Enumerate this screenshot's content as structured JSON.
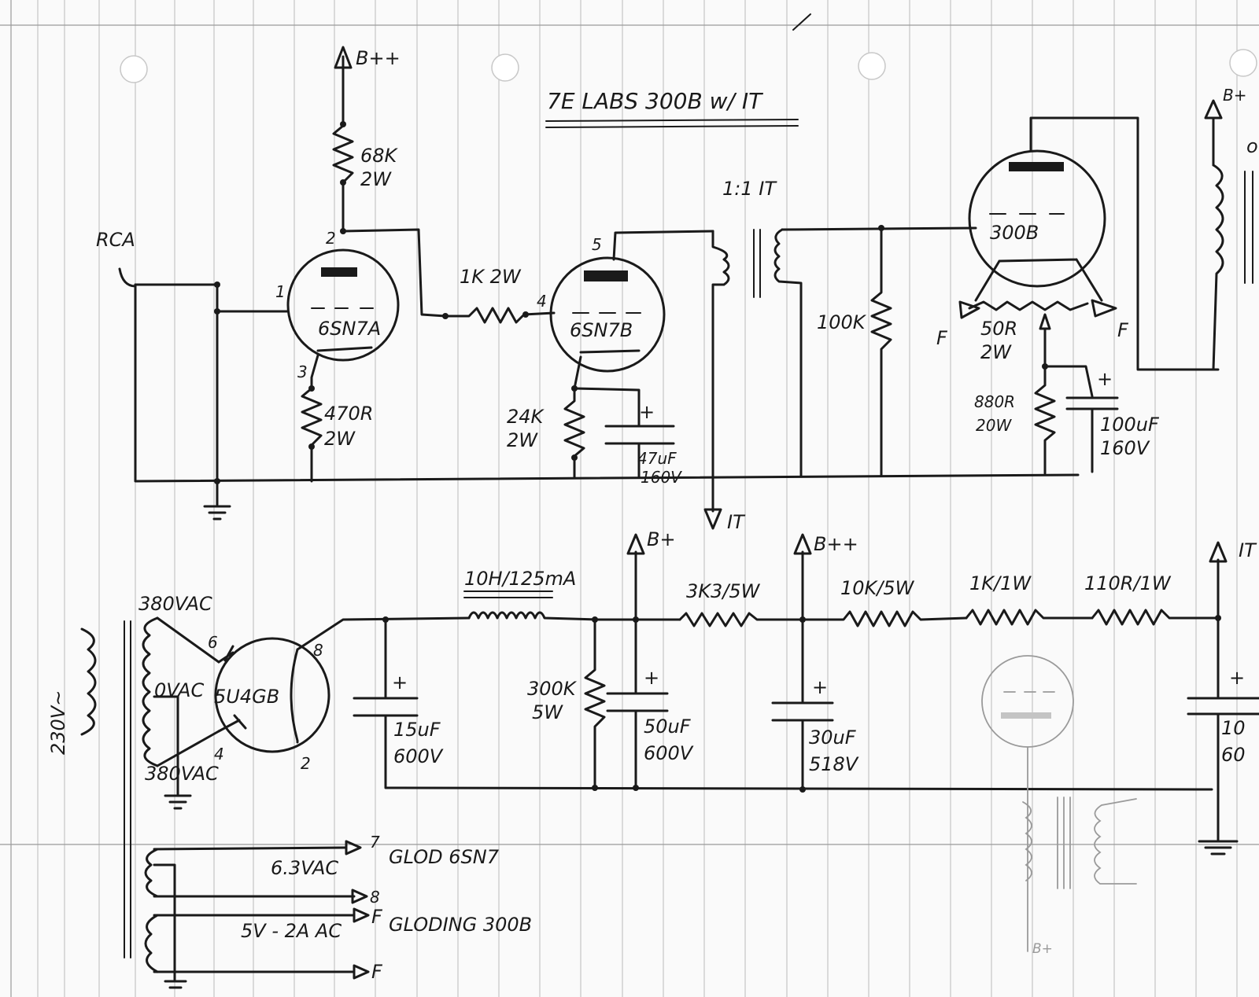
{
  "title": "7E LABS 300B w/ IT",
  "amp": {
    "bpp_top": "B++",
    "r_68k": "68K",
    "r_68k_w": "2W",
    "rca": "RCA",
    "pin1": "1",
    "pin2": "2",
    "pin3": "3",
    "pin4": "4",
    "pin5": "5",
    "tube_6sn7a": "6SN7A",
    "tube_6sn7b": "6SN7B",
    "r_470r": "470R",
    "r_470r_w": "2W",
    "r_1k": "1K 2W",
    "r_24k": "24K",
    "r_24k_w": "2W",
    "c_47uf": "47uF",
    "c_47uf_v": "160V",
    "c_47uf_plus": "+",
    "it_label": "1:1 IT",
    "it_arrow": "IT",
    "r_100k": "100K",
    "tube_300b": "300B",
    "f_left": "F",
    "f_right": "F",
    "r_50r": "50R",
    "r_50r_w": "2W",
    "r_880r": "880R",
    "r_880r_w": "20W",
    "c_100uf": "100uF",
    "c_100uf_v": "160V",
    "c_100uf_plus": "+",
    "bplus_right": "B+",
    "o_partial": "o"
  },
  "psu": {
    "mains": "230V~",
    "v380_top": "380VAC",
    "v0": "0VAC",
    "v380_bot": "380VAC",
    "rect": "5U4GB",
    "rect_pin6": "6",
    "rect_pin4": "4",
    "rect_pin8": "8",
    "rect_pin2": "2",
    "choke": "10H/125mA",
    "c_15uf": "15uF",
    "c_15uf_v": "600V",
    "r_300k": "300K",
    "r_300k_w": "5W",
    "c_50uf": "50uF",
    "c_50uf_v": "600V",
    "bplus": "B+",
    "r_3k3": "3K3/5W",
    "bpp": "B++",
    "c_30uf": "30uF",
    "c_30uf_v": "518V",
    "r_10k": "10K/5W",
    "r_1k1w": "1K/1W",
    "r_110r": "110R/1W",
    "it_top": "IT",
    "c_10": "10",
    "c_60": "60",
    "plus": "+",
    "pin7": "7",
    "pin8b": "8",
    "f1": "F",
    "f2": "F",
    "v63": "6.3VAC",
    "heat_6sn7": "GLOD 6SN7",
    "v5": "5V - 2A AC",
    "heat_300b": "GLODING 300B",
    "pencil_b": "B+"
  }
}
